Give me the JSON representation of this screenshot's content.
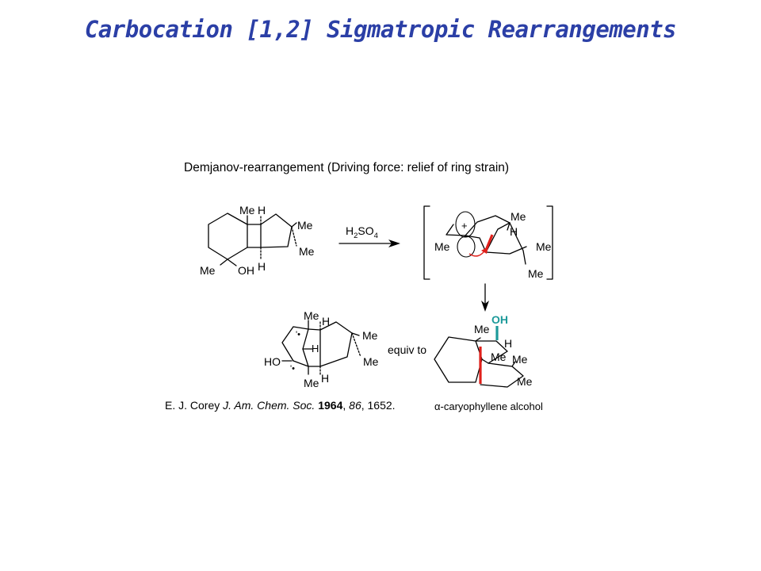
{
  "slide": {
    "title": "Carbocation [1,2] Sigmatropic Rearrangements"
  },
  "scheme": {
    "heading": "Demjanov-rearrangement (Driving force: relief of ring strain)",
    "reagent": {
      "main": "H",
      "sub1": "2",
      "mid": "SO",
      "sub2": "4"
    },
    "labels": {
      "me": "Me",
      "h": "H",
      "oh": "OH",
      "ho": "HO",
      "plus": "+",
      "equiv": "equiv to"
    },
    "citation": {
      "authors": "E. J. Corey",
      "journal": "J. Am. Chem. Soc.",
      "year": "1964",
      "volume": "86",
      "pages": "1652."
    },
    "product_name": {
      "greek": "α",
      "text": "-caryophyllene alcohol"
    },
    "colors": {
      "title": "#2b3fa6",
      "new_bond": "#e0201b",
      "hydroxyl": "#1d9a9a"
    }
  }
}
